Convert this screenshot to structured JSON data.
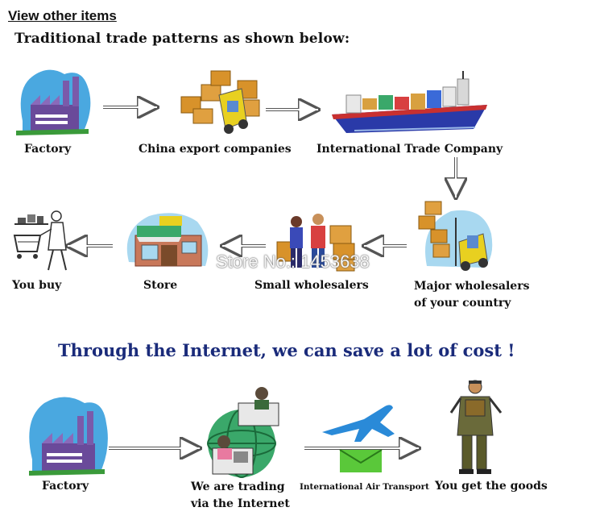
{
  "header": {
    "link_text": "View other items",
    "title": "Traditional trade patterns as shown below:"
  },
  "traditional_flow": {
    "steps": [
      {
        "label": "Factory",
        "icon": "factory-icon"
      },
      {
        "label": "China export companies",
        "icon": "forklift-boxes-icon"
      },
      {
        "label": "International Trade Company",
        "icon": "cargo-ship-icon"
      },
      {
        "label_line1": "Major wholesalers",
        "label_line2": "of your country",
        "icon": "forklift-warehouse-icon"
      },
      {
        "label": "Small wholesalers",
        "icon": "workers-boxes-icon"
      },
      {
        "label": "Store",
        "icon": "store-icon"
      },
      {
        "label": "You buy",
        "icon": "shopper-cart-icon"
      }
    ]
  },
  "watermark": "Store No.: 1453638",
  "banner": "Through the Internet, we can save a lot of cost !",
  "internet_flow": {
    "steps": [
      {
        "label": "Factory",
        "icon": "factory-icon"
      },
      {
        "label_line1": "We are trading",
        "label_line2": "via the Internet",
        "icon": "globe-computer-icon"
      },
      {
        "label": "International Air Transport",
        "icon": "airplane-envelope-icon"
      },
      {
        "label": "You get the goods",
        "icon": "person-box-icon"
      }
    ]
  },
  "colors": {
    "banner_text": "#1a2b7a",
    "arrow": "#555555",
    "sky_blue": "#4aa8e0",
    "factory_purple": "#6a4a9a",
    "box_orange": "#d8922a",
    "forklift_yellow": "#e8d020",
    "ship_blue": "#2a3aa8",
    "globe_green": "#3aa86a",
    "plane_blue": "#2a8ad8",
    "envelope_green": "#5ac83a"
  }
}
